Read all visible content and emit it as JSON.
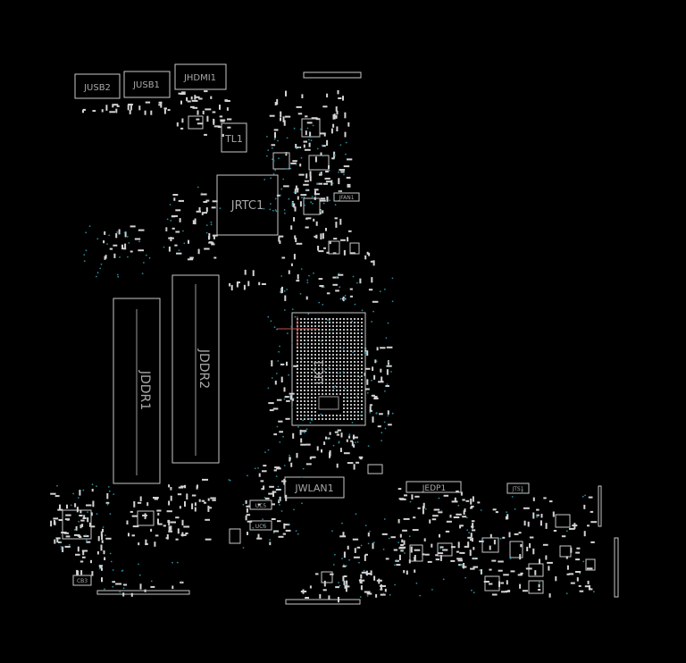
{
  "board": {
    "background": "#000000",
    "outline_color": "#c8c8c8",
    "via_color": "#2a8a9a",
    "marker_color": "#c05050"
  },
  "components": {
    "jusb2": "JUSB2",
    "jusb1": "JUSB1",
    "jhdmi1": "JHDMI1",
    "tl1": "TL1",
    "jrtc1": "JRTC1",
    "jfan1": "JFAN1",
    "jddr1": "JDDR1",
    "jddr2": "JDDR2",
    "uc1": "UC1",
    "jwlan1": "JWLAN1",
    "jedp1": "JEDP1",
    "jts1": "JTS1",
    "uc5": "UC5",
    "uc6": "UC6",
    "cb3": "CB3"
  }
}
